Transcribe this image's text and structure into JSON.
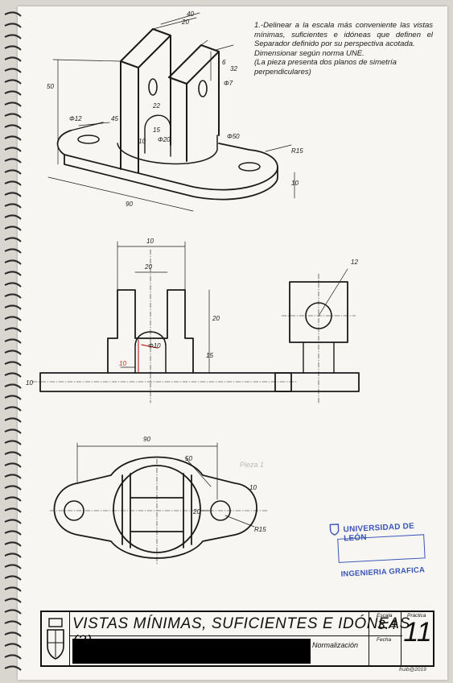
{
  "exercise": {
    "text_main": "1.-Delinear a la escala más conveniente las vistas mínimas, suficientes e idóneas que definen el Separador definido por su perspectiva acotada.",
    "text_norm": "Dimensionar según norma UNE.",
    "text_note": "(La pieza presenta dos planos de simetría perpendiculares)"
  },
  "perspective_dims": {
    "d40": "40",
    "d20": "20",
    "d50": "50",
    "d6": "6",
    "d32": "32",
    "d45": "45",
    "d12": "Φ12",
    "d22": "22",
    "d10": "10",
    "d20b": "Φ20",
    "d15": "15",
    "d50b": "Φ50",
    "d7": "Φ7",
    "dR": "R15",
    "d90": "90",
    "d10b": "10"
  },
  "front_view": {
    "top_width": "10",
    "slot": "20",
    "h20": "20",
    "h15": "15",
    "hole": "Φ10",
    "left10": "10",
    "base": "10"
  },
  "side_view": {
    "top": "12"
  },
  "top_view": {
    "length": "90",
    "circle": "50",
    "width": "20",
    "radius": "R15",
    "end": "10",
    "note": "Pieza 1"
  },
  "stamp": {
    "university": "UNIVERSIDAD DE LEÓN",
    "department": "INGENIERIA GRAFICA"
  },
  "title_block": {
    "title": "VISTAS MÍNIMAS, SUFICIENTES E IDÓNEAS (3)",
    "subject": "Normalización",
    "escala_label": "Escala",
    "escala": "3:4",
    "practica_label": "Práctica",
    "practica": "11",
    "fecha_label": "Fecha",
    "author": "fruib@2019"
  },
  "colors": {
    "paper": "#f7f6f2",
    "ink": "#1b1b1b",
    "stamp": "#3a55b8",
    "red": "#c0302a"
  }
}
